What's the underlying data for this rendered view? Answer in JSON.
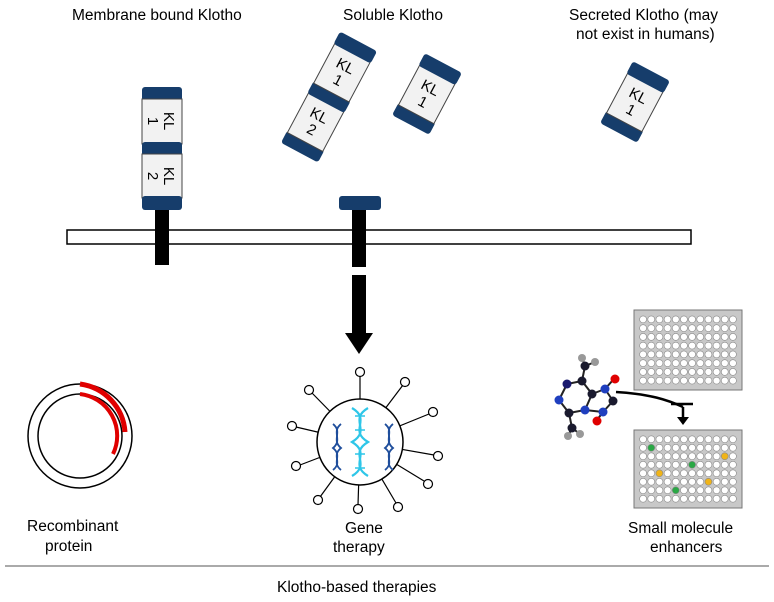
{
  "labels": {
    "membrane_bound": "Membrane bound Klotho",
    "soluble": "Soluble Klotho",
    "secreted_line1": "Secreted Klotho (may",
    "secreted_line2": "not exist in humans)",
    "recombinant_line1": "Recombinant",
    "recombinant_line2": "protein",
    "gene_line1": "Gene",
    "gene_line2": "therapy",
    "small_line1": "Small molecule",
    "small_line2": "enhancers",
    "caption": "Klotho-based therapies"
  },
  "domains": {
    "kl": "KL",
    "one": "1",
    "two": "2"
  },
  "colors": {
    "cap": "#163d6b",
    "dna": "#2ec6e8",
    "dna_dark": "#1f4e9c",
    "red": "#e00000",
    "green": "#2aa845",
    "yellow": "#f0b419"
  }
}
